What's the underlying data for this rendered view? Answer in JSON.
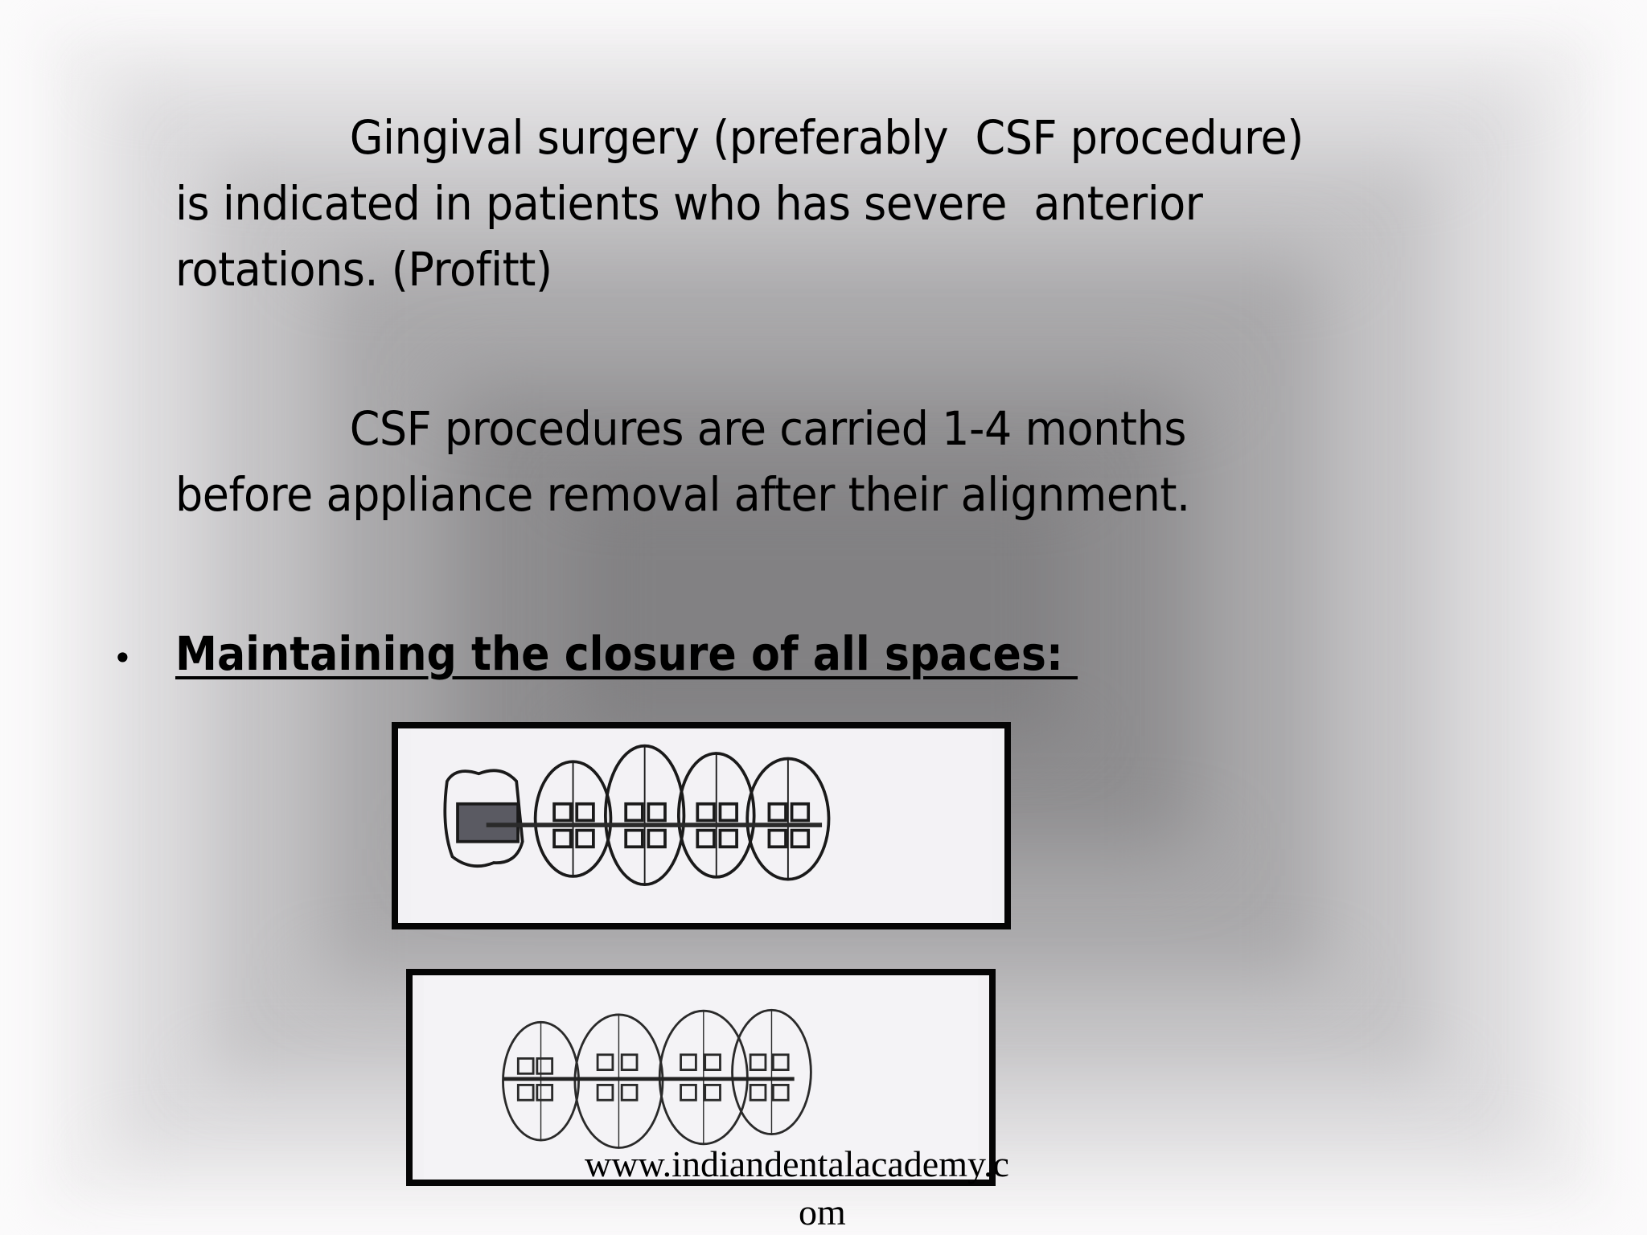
{
  "slide": {
    "background": {
      "edge_color": "#fdfcfd",
      "center_color": "#828183"
    },
    "paragraphs": [
      {
        "line1": "Gingival surgery (preferably  CSF procedure)",
        "line2": "is indicated in patients who has severe  anterior",
        "line3": "rotations. (Profitt)"
      },
      {
        "line1": "CSF procedures are carried 1-4 months",
        "line2": "before appliance removal after their alignment."
      }
    ],
    "bullet": {
      "symbol": "•",
      "heading": "Maintaining the closure of all spaces: "
    },
    "figures": [
      {
        "description": "Line drawing of a molar band and four teeth with brackets joined by an archwire (spaces being closed)",
        "border_color": "#050505"
      },
      {
        "description": "Line drawing of four teeth with brackets and archwire, spaces closed",
        "border_color": "#050505"
      }
    ],
    "watermark": {
      "line1": "www.indiandentalacademy.c",
      "line2": "om"
    }
  }
}
